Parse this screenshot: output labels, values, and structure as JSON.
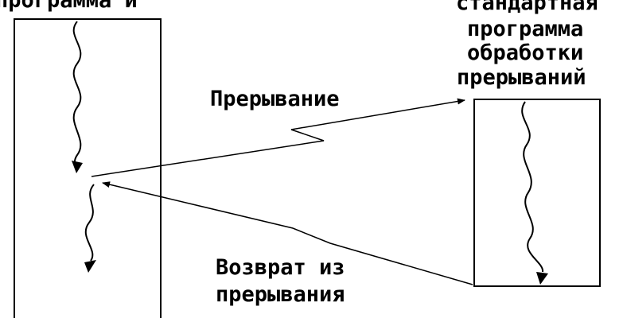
{
  "labels": {
    "top_left_cut": "программа и",
    "isr_line1": "стандартная",
    "isr_line2": "программа",
    "isr_line3": "обработки",
    "isr_line4": "прерываний",
    "interrupt": "Прерывание",
    "return_line1": "Возврат из",
    "return_line2": "прерывания"
  },
  "colors": {
    "ink": "#000000",
    "background": "#ffffff"
  }
}
